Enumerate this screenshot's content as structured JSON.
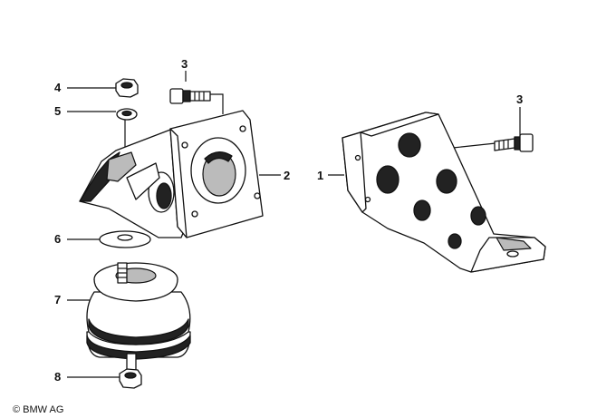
{
  "callouts": [
    {
      "id": "c1",
      "label": "1"
    },
    {
      "id": "c2",
      "label": "2"
    },
    {
      "id": "c3a",
      "label": "3"
    },
    {
      "id": "c3b",
      "label": "3"
    },
    {
      "id": "c4",
      "label": "4"
    },
    {
      "id": "c5",
      "label": "5"
    },
    {
      "id": "c6",
      "label": "6"
    },
    {
      "id": "c7",
      "label": "7"
    },
    {
      "id": "c8",
      "label": "8"
    }
  ],
  "copyright": "© BMW AG"
}
